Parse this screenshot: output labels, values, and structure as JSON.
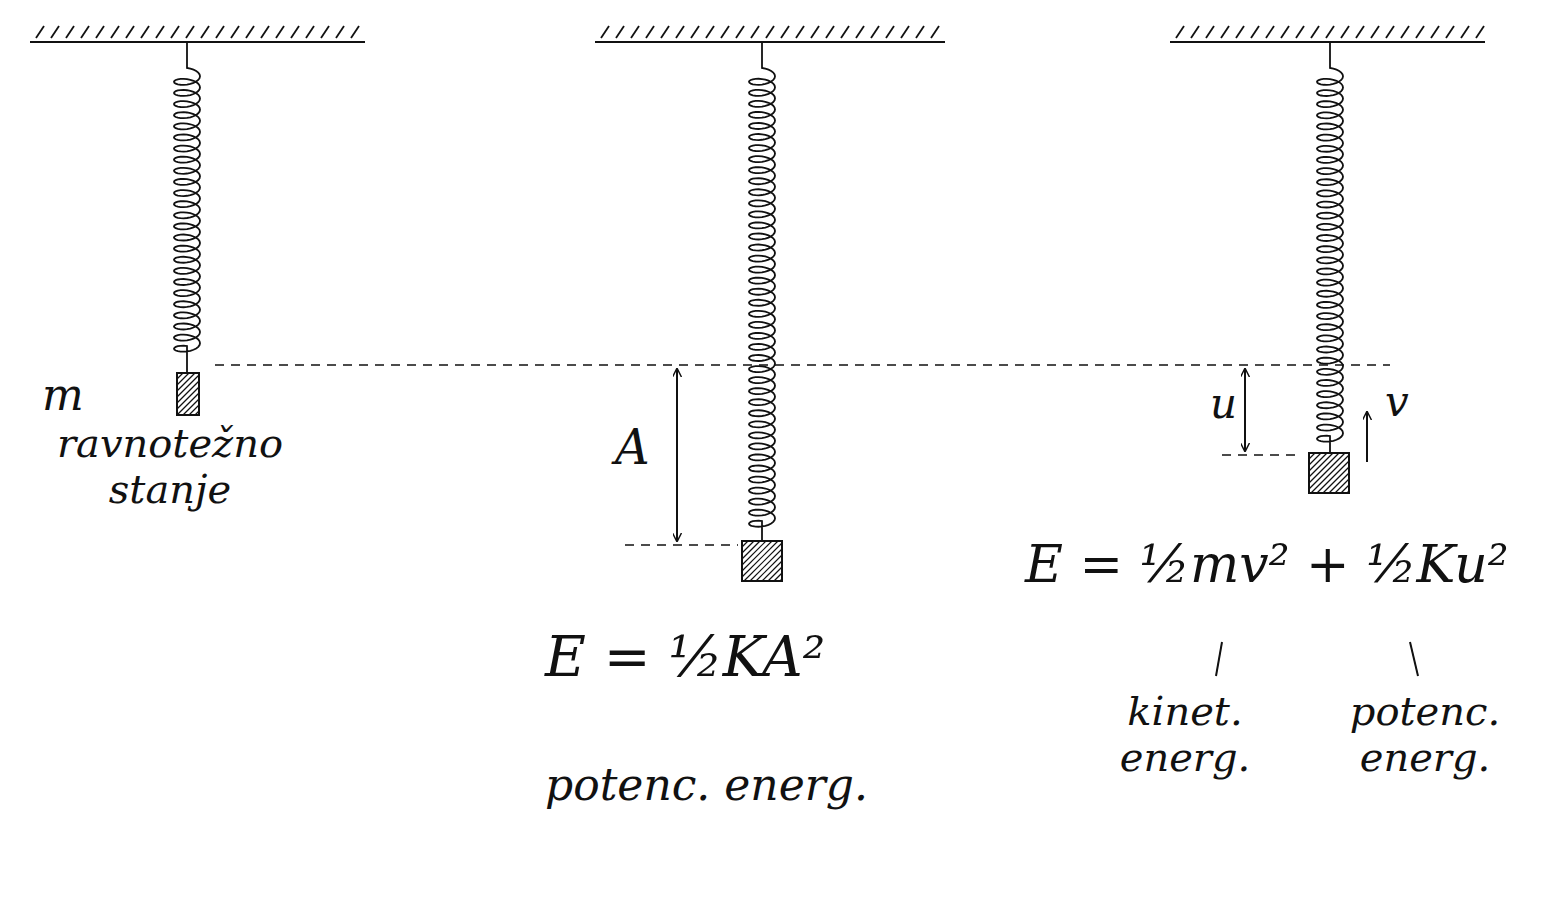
{
  "diagram": {
    "labels": [
      "m",
      "ravnotežno stanje",
      "A",
      "E = ½KA²",
      "potenc. energ.",
      "u",
      "v",
      "E = ½mv² + ½Ku²",
      "kinet. energ.",
      "potenc. energ."
    ]
  }
}
